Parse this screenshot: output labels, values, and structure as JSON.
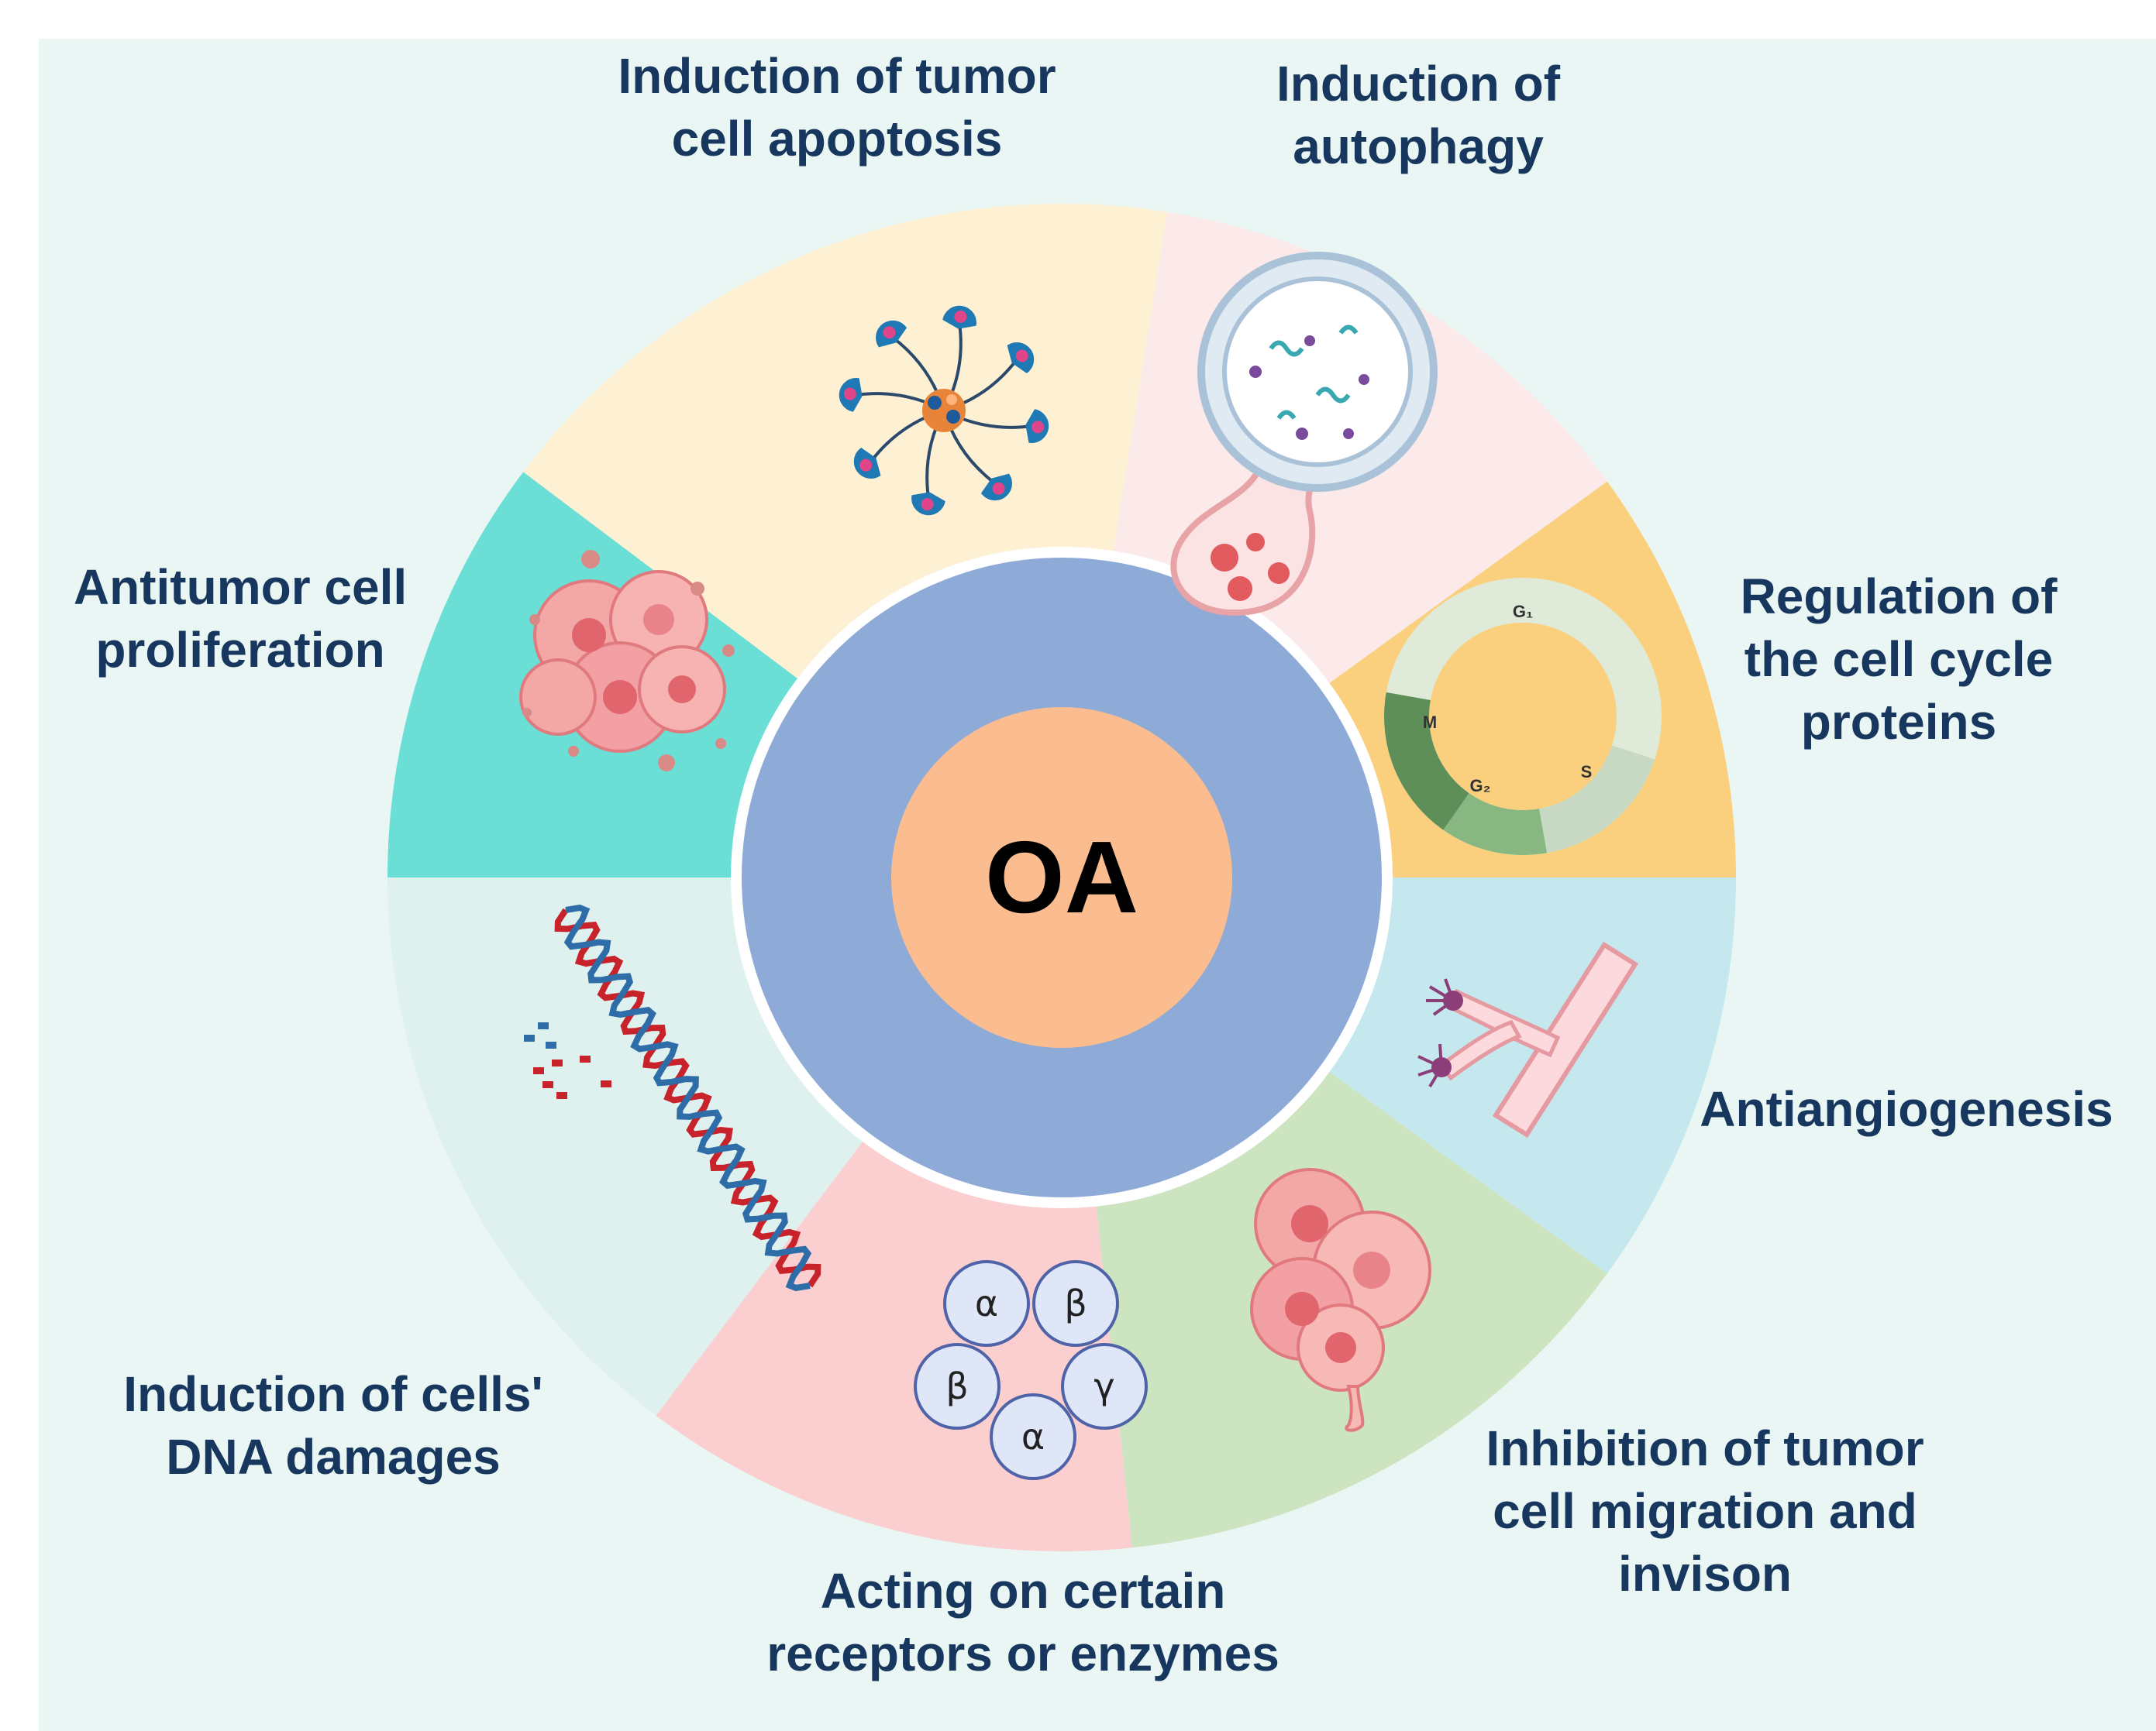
{
  "center": {
    "label": "OA"
  },
  "segments": [
    {
      "id": "apoptosis",
      "label": "Induction of tumor\ncell apoptosis",
      "color": "#fdf0d3"
    },
    {
      "id": "autophagy",
      "label": "Induction of\nautophagy",
      "color": "#fce9ea"
    },
    {
      "id": "cell-cycle",
      "label": "Regulation of\nthe cell cycle\nproteins",
      "color": "#fad07f"
    },
    {
      "id": "angio",
      "label": "Antiangiogenesis",
      "color": "#c4e8ee"
    },
    {
      "id": "migration",
      "label": "Inhibition of tumor\ncell migration and\ninvison",
      "color": "#cde4c0"
    },
    {
      "id": "receptors",
      "label": "Acting on certain\nreceptors or enzymes",
      "color": "#fbcfcf"
    },
    {
      "id": "dna",
      "label": "Induction of cells'\nDNA damages",
      "color": "#dff1ee"
    },
    {
      "id": "prolif",
      "label": "Antitumor cell\nproliferation",
      "color": "#6bdfd6"
    }
  ],
  "cell_cycle": {
    "g1": "G₁",
    "s": "S",
    "g2": "G₂",
    "m": "M"
  },
  "receptor_subunits": [
    "α",
    "β",
    "γ",
    "α",
    "β"
  ],
  "colors": {
    "background": "#eaf6f4",
    "inner_ring": "#8eaad6",
    "inner_ring_edge": "#ffffff",
    "center": "#fbbd8f",
    "text": "#17375e"
  }
}
